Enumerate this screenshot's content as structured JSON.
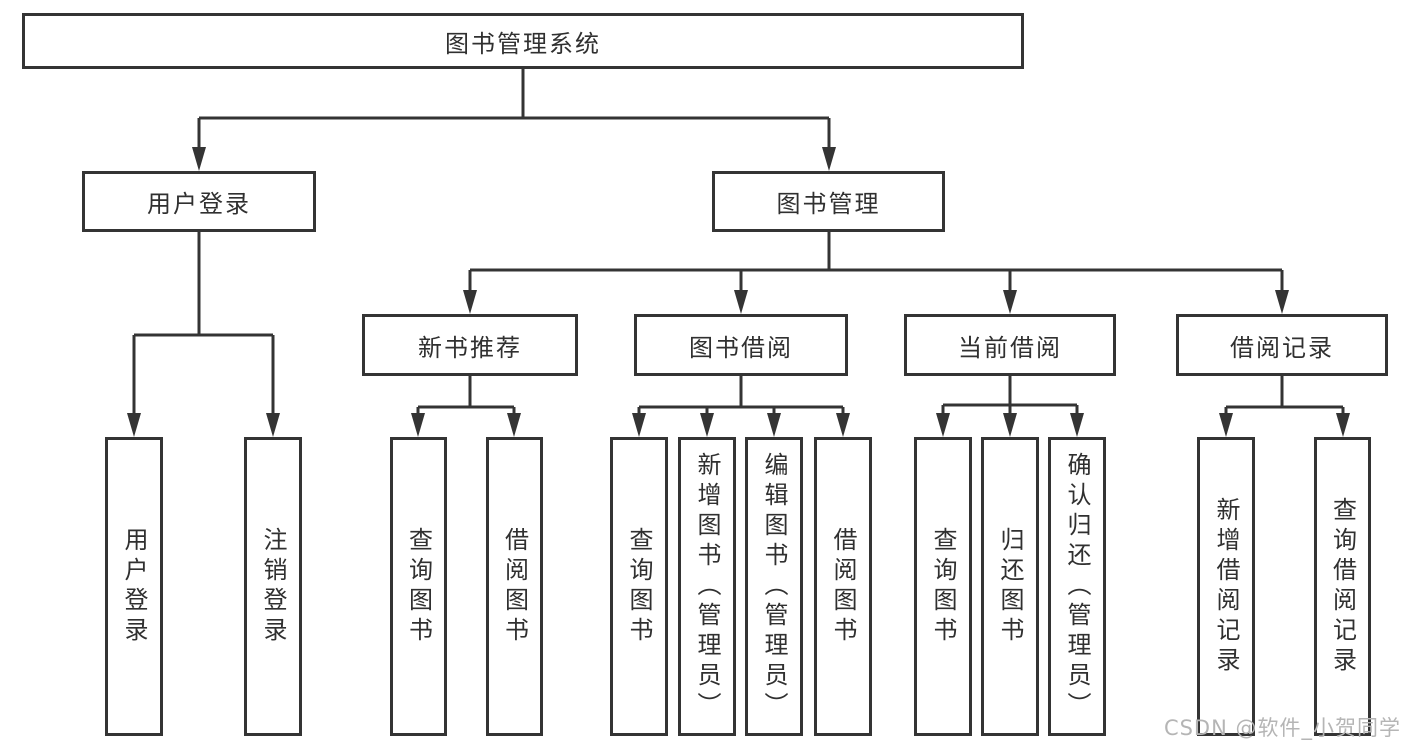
{
  "tree": {
    "root": {
      "label": "图书管理系统",
      "children": [
        {
          "label": "用户登录",
          "children": [
            {
              "label": "用户登录"
            },
            {
              "label": "注销登录"
            }
          ]
        },
        {
          "label": "图书管理",
          "children": [
            {
              "label": "新书推荐",
              "children": [
                {
                  "label": "查询图书"
                },
                {
                  "label": "借阅图书"
                }
              ]
            },
            {
              "label": "图书借阅",
              "children": [
                {
                  "label": "查询图书"
                },
                {
                  "label": "新增图书（管理员）"
                },
                {
                  "label": "编辑图书（管理员）"
                },
                {
                  "label": "借阅图书"
                }
              ]
            },
            {
              "label": "当前借阅",
              "children": [
                {
                  "label": "查询图书"
                },
                {
                  "label": "归还图书"
                },
                {
                  "label": "确认归还（管理员）"
                }
              ]
            },
            {
              "label": "借阅记录",
              "children": [
                {
                  "label": "新增借阅记录"
                },
                {
                  "label": "查询借阅记录"
                }
              ]
            }
          ]
        }
      ]
    }
  },
  "colors": {
    "line": "#343434",
    "box_border": "#343434",
    "text": "#303030",
    "background": "#ffffff",
    "watermark": "#b5b5b5"
  },
  "watermark": {
    "text": "CSDN @软件_小贺同学"
  }
}
